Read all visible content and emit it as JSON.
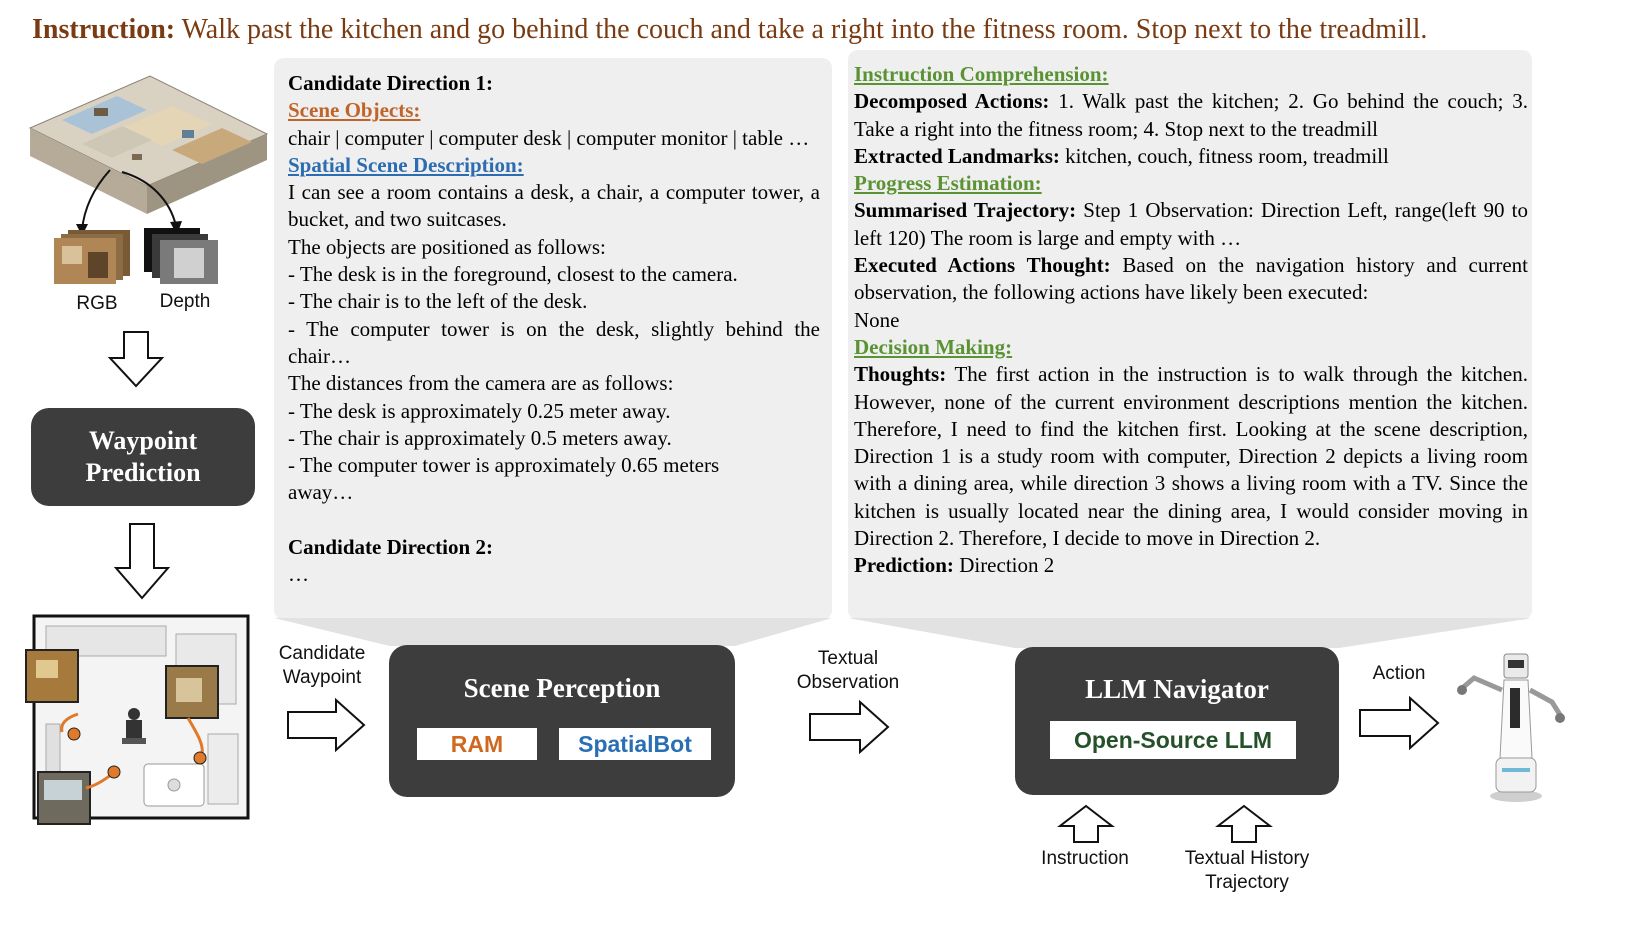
{
  "instruction": {
    "label": "Instruction:",
    "text": "Walk past the kitchen and go behind the couch and take a right into the fitness room. Stop next to the treadmill."
  },
  "left_labels": {
    "rgb": "RGB",
    "depth": "Depth"
  },
  "waypoint_prediction": {
    "line1": "Waypoint",
    "line2": "Prediction"
  },
  "scene_panel": {
    "cand1_title": "Candidate Direction 1:",
    "scene_objects_label": "Scene Objects:",
    "scene_objects_text": "chair | computer | computer desk | computer monitor | table …",
    "spatial_label": "Spatial Scene Description:",
    "spatial_intro": "I can see a room contains a desk, a chair, a computer tower, a bucket, and two suitcases.",
    "positioned_intro": "The objects are positioned as follows:",
    "pos1": "- The desk is in the foreground, closest to the camera.",
    "pos2": "- The chair is to the left of the desk.",
    "pos3": "- The computer tower is on the desk, slightly behind the chair…",
    "distances_intro": "The distances from the camera are as follows:",
    "dist1": "- The desk is approximately 0.25 meter away.",
    "dist2": "- The chair is approximately 0.5 meters away.",
    "dist3": "- The computer tower is approximately 0.65 meters away…",
    "cand2_title": "Candidate Direction 2:",
    "cand2_text": "…"
  },
  "llm_panel": {
    "comprehension_label": "Instruction Comprehension:",
    "decomposed_label": "Decomposed Actions:",
    "decomposed_text": "1. Walk past the kitchen; 2. Go behind the couch; 3. Take a right into the fitness room; 4. Stop next to the treadmill",
    "landmarks_label": "Extracted Landmarks:",
    "landmarks_text": "kitchen, couch, fitness room, treadmill",
    "progress_label": "Progress Estimation:",
    "summarised_label": "Summarised Trajectory:",
    "summarised_text": "Step 1 Observation: Direction Left, range(left 90 to left 120) The room is large and empty with …",
    "executed_label": "Executed Actions Thought:",
    "executed_text": "Based on the navigation history and current observation, the following actions have likely been executed:",
    "executed_none": "None",
    "decision_label": "Decision Making:",
    "thoughts_label": "Thoughts:",
    "thoughts_text": "The first action in the instruction is to walk through the kitchen. However, none of the current environment descriptions mention the kitchen. Therefore, I need to find the kitchen first. Looking at the scene description, Direction 1 is a study room with computer, Direction 2 depicts a living room with a dining area, while direction 3 shows a living room with a TV. Since the kitchen is usually located near the dining area, I would consider moving in Direction 2. Therefore, I decide to move in Direction 2.",
    "prediction_label": "Prediction:",
    "prediction_text": "Direction 2"
  },
  "flow": {
    "candidate_waypoint": {
      "line1": "Candidate",
      "line2": "Waypoint"
    },
    "scene_perception": {
      "title": "Scene Perception",
      "chip1": "RAM",
      "chip2": "SpatialBot"
    },
    "textual_observation": {
      "line1": "Textual",
      "line2": "Observation"
    },
    "llm_navigator": {
      "title": "LLM Navigator",
      "chip": "Open-Source LLM"
    },
    "action": "Action",
    "instruction_input": "Instruction",
    "history_input": {
      "line1": "Textual History",
      "line2": "Trajectory"
    }
  },
  "colors": {
    "instruction_text": "#7a3b12",
    "orange_heading": "#c0642a",
    "blue_heading": "#2c6cb0",
    "green_heading": "#5a9234",
    "dark_box": "#3d3d3d",
    "panel_bg": "#efefef",
    "ram_chip_text": "#d0691f",
    "spatialbot_chip_text": "#2a6fb3",
    "llm_chip_text": "#24502a"
  }
}
